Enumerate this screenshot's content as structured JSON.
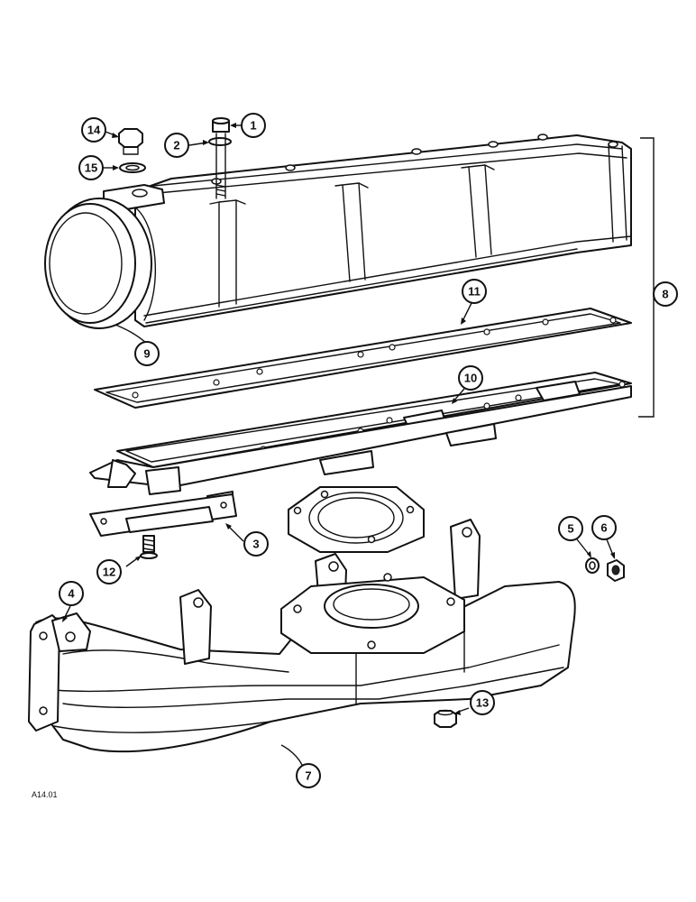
{
  "figure": {
    "reference_code": "A14.01"
  },
  "callouts": [
    {
      "id": "1",
      "label": "1"
    },
    {
      "id": "2",
      "label": "2"
    },
    {
      "id": "3",
      "label": "3"
    },
    {
      "id": "4",
      "label": "4"
    },
    {
      "id": "5",
      "label": "5"
    },
    {
      "id": "6",
      "label": "6"
    },
    {
      "id": "7",
      "label": "7"
    },
    {
      "id": "8",
      "label": "8"
    },
    {
      "id": "9",
      "label": "9"
    },
    {
      "id": "10",
      "label": "10"
    },
    {
      "id": "11",
      "label": "11"
    },
    {
      "id": "12",
      "label": "12"
    },
    {
      "id": "13",
      "label": "13"
    },
    {
      "id": "14",
      "label": "14"
    },
    {
      "id": "15",
      "label": "15"
    }
  ]
}
